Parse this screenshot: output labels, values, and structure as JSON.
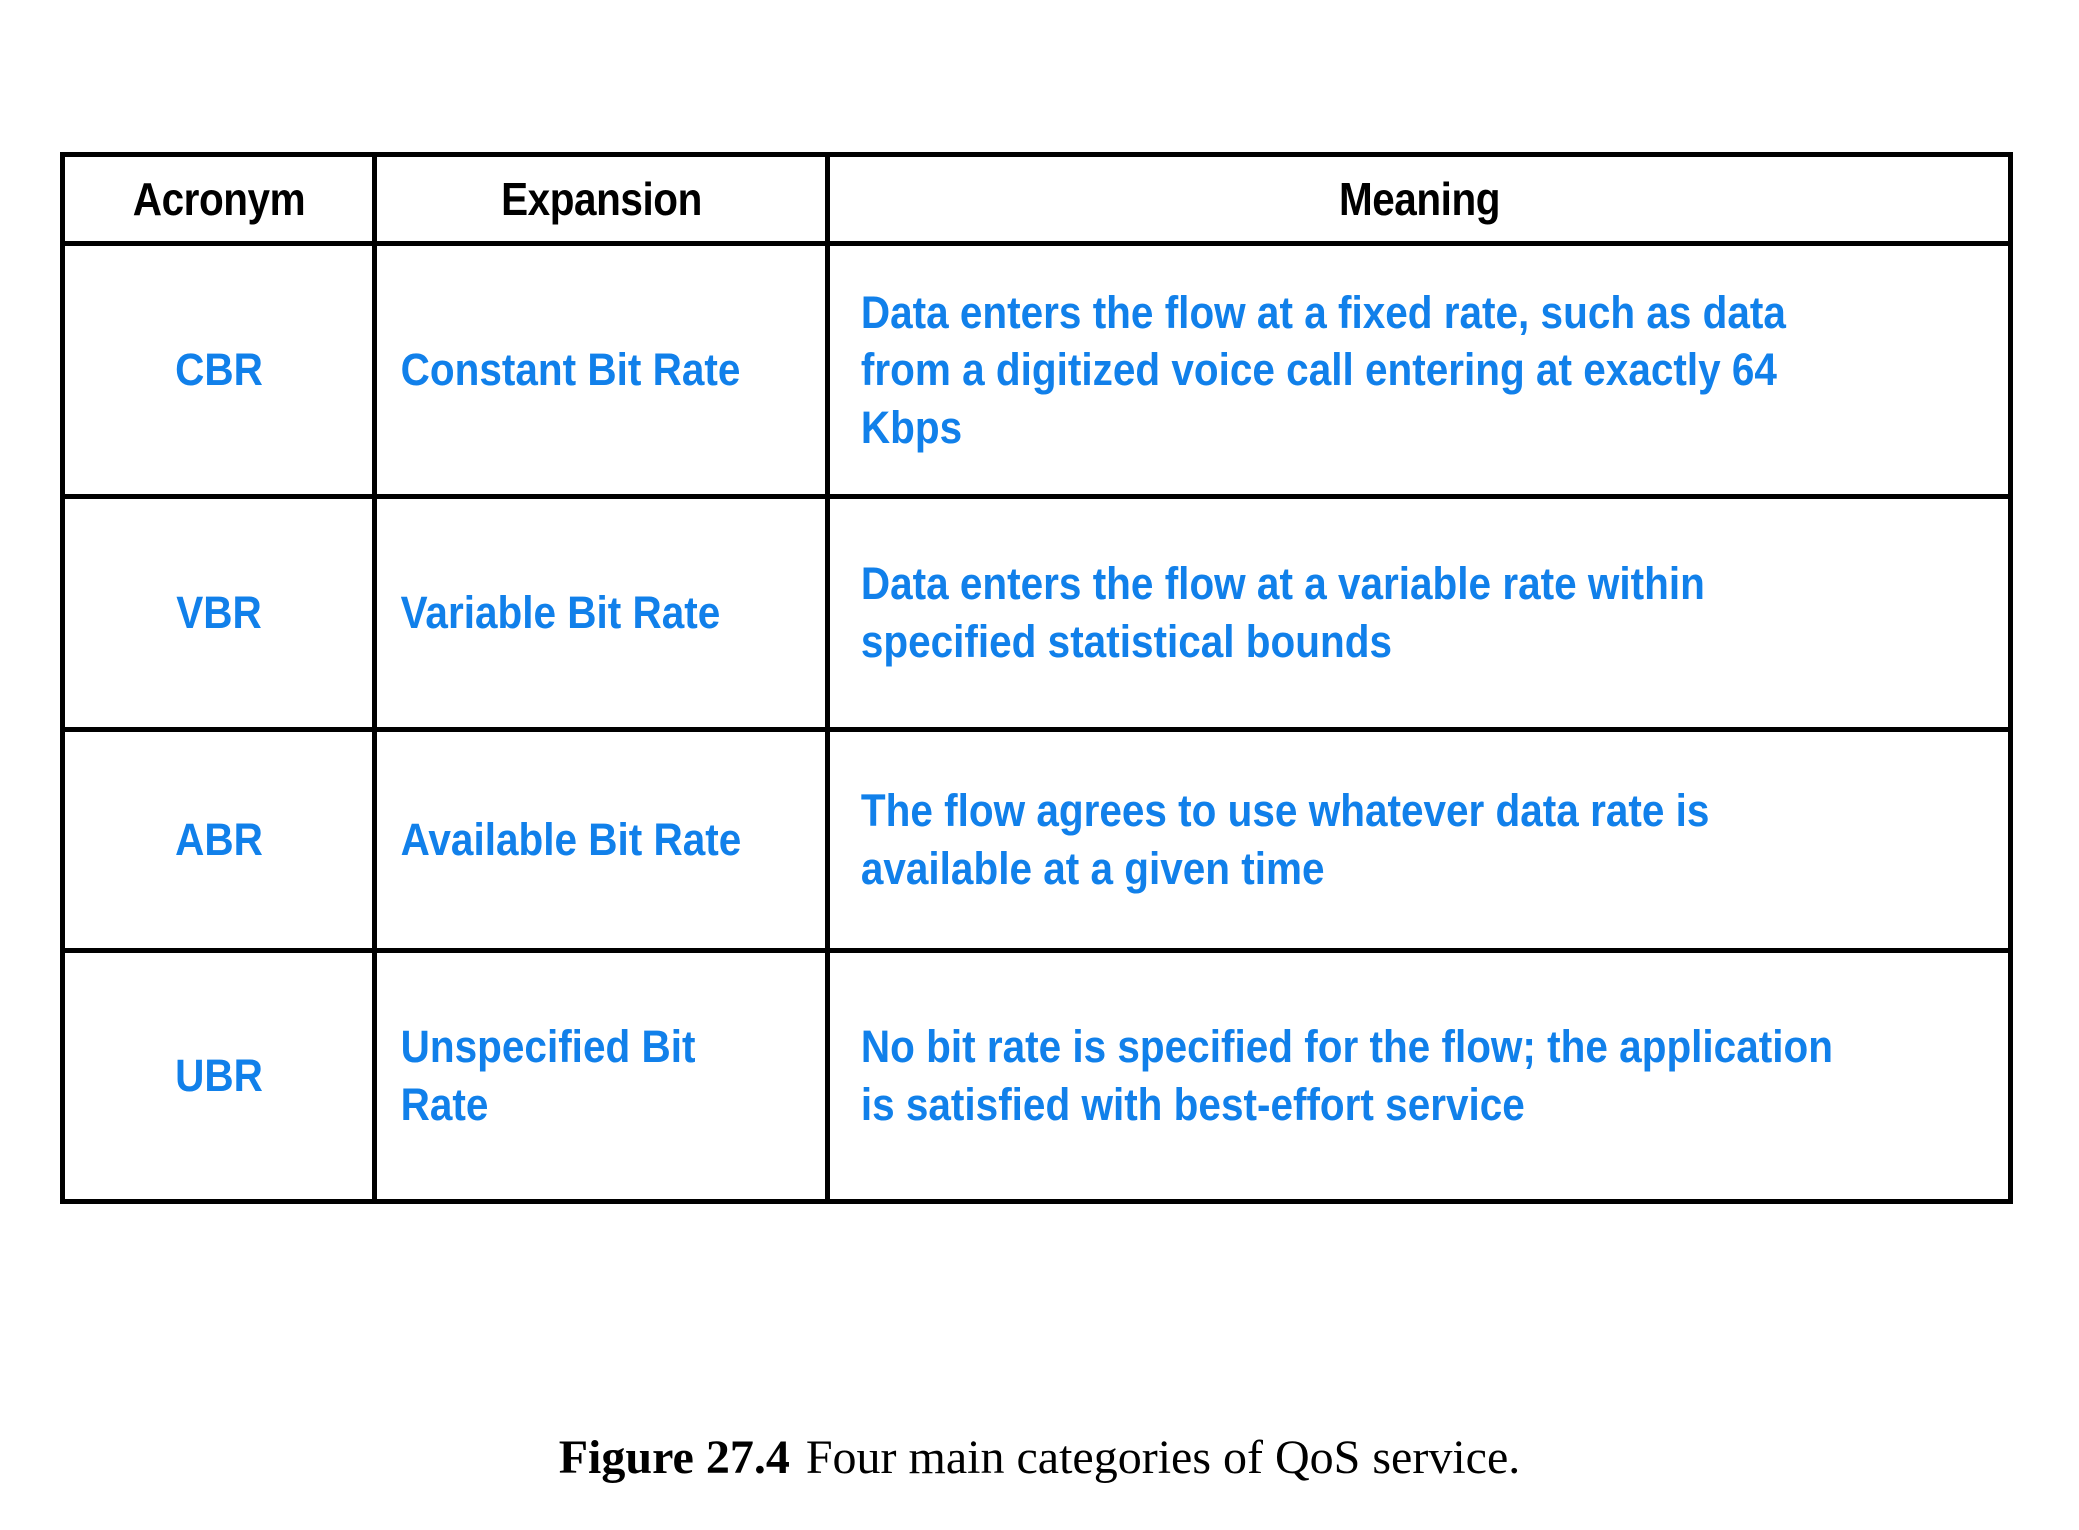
{
  "colors": {
    "text_blue": "#1180ea",
    "text_black": "#000000",
    "border": "#000000",
    "background": "#ffffff"
  },
  "table": {
    "headers": {
      "acronym": "Acronym",
      "expansion": "Expansion",
      "meaning": "Meaning"
    },
    "rows": [
      {
        "acronym": "CBR",
        "expansion": "Constant Bit Rate",
        "meaning": "Data enters the flow at a fixed rate, such as data from a digitized voice call entering at exactly 64 Kbps"
      },
      {
        "acronym": "VBR",
        "expansion": "Variable Bit Rate",
        "meaning": "Data enters the flow at a variable rate within specified statistical bounds"
      },
      {
        "acronym": "ABR",
        "expansion": "Available Bit Rate",
        "meaning": "The flow agrees to use whatever data rate is available at a given time"
      },
      {
        "acronym": "UBR",
        "expansion": "Unspecified Bit Rate",
        "meaning": "No bit rate is specified for the flow; the application is satisfied with best-effort service"
      }
    ]
  },
  "caption": {
    "label": "Figure 27.4",
    "text": "Four main categories of QoS service."
  }
}
